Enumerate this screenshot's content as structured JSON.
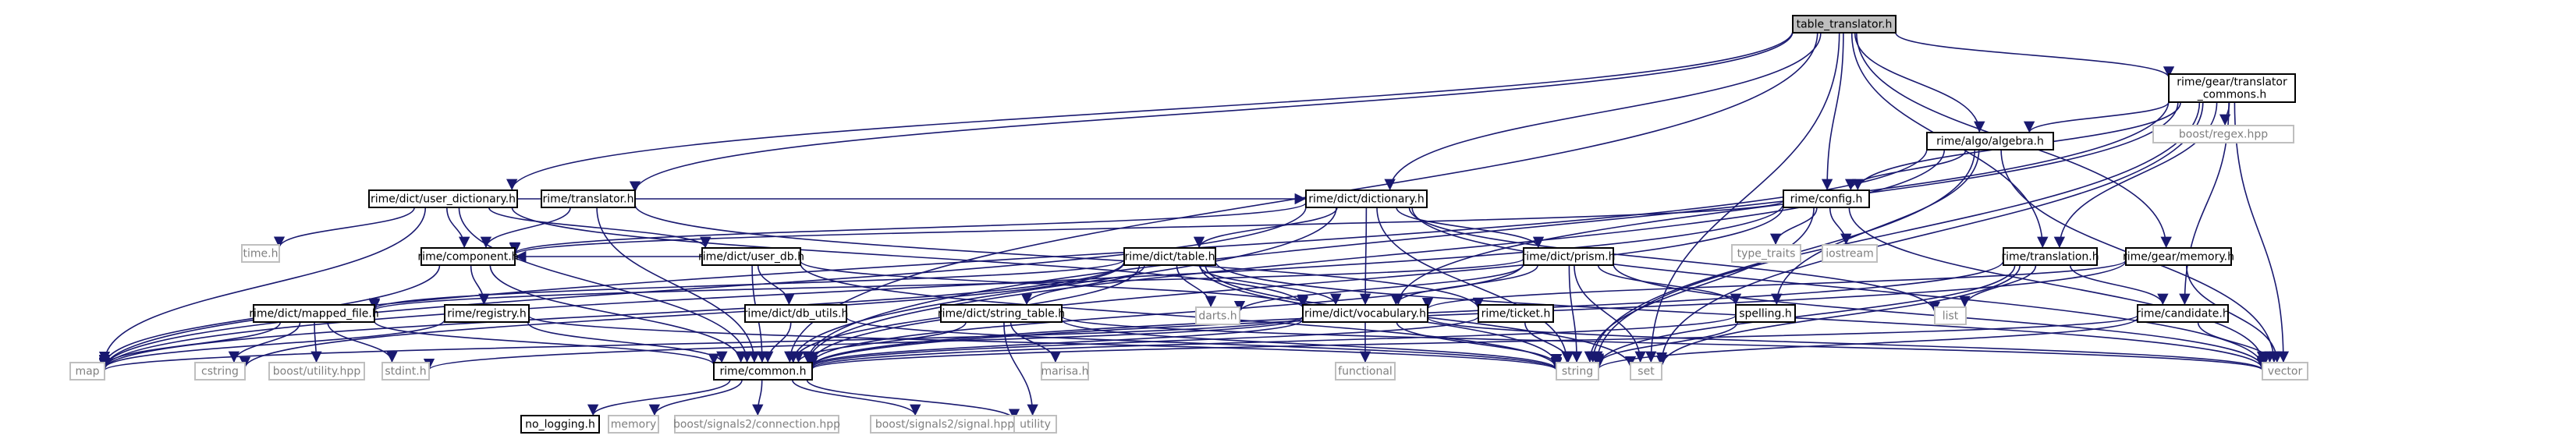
{
  "graph": {
    "nodes": [
      {
        "id": "table_translator",
        "lines": [
          "table_translator.h"
        ],
        "style": "root"
      },
      {
        "id": "gear_commons",
        "lines": [
          "rime/gear/translator",
          "_commons.h"
        ],
        "style": "node"
      },
      {
        "id": "boost_regex",
        "lines": [
          "boost/regex.hpp"
        ],
        "style": "ext"
      },
      {
        "id": "algebra",
        "lines": [
          "rime/algo/algebra.h"
        ],
        "style": "node"
      },
      {
        "id": "user_dictionary",
        "lines": [
          "rime/dict/user_dictionary.h"
        ],
        "style": "node"
      },
      {
        "id": "translator",
        "lines": [
          "rime/translator.h"
        ],
        "style": "node"
      },
      {
        "id": "dictionary",
        "lines": [
          "rime/dict/dictionary.h"
        ],
        "style": "node"
      },
      {
        "id": "config",
        "lines": [
          "rime/config.h"
        ],
        "style": "node"
      },
      {
        "id": "time",
        "lines": [
          "time.h"
        ],
        "style": "ext"
      },
      {
        "id": "component",
        "lines": [
          "rime/component.h"
        ],
        "style": "node"
      },
      {
        "id": "user_db",
        "lines": [
          "rime/dict/user_db.h"
        ],
        "style": "node"
      },
      {
        "id": "type_traits",
        "lines": [
          "type_traits"
        ],
        "style": "ext"
      },
      {
        "id": "iostream",
        "lines": [
          "iostream"
        ],
        "style": "ext"
      },
      {
        "id": "translation",
        "lines": [
          "rime/translation.h"
        ],
        "style": "node"
      },
      {
        "id": "memory_h",
        "lines": [
          "rime/gear/memory.h"
        ],
        "style": "node"
      },
      {
        "id": "table",
        "lines": [
          "rime/dict/table.h"
        ],
        "style": "node"
      },
      {
        "id": "prism",
        "lines": [
          "rime/dict/prism.h"
        ],
        "style": "node"
      },
      {
        "id": "registry",
        "lines": [
          "rime/registry.h"
        ],
        "style": "node"
      },
      {
        "id": "mapped_file",
        "lines": [
          "rime/dict/mapped_file.h"
        ],
        "style": "node"
      },
      {
        "id": "db_utils",
        "lines": [
          "rime/dict/db_utils.h"
        ],
        "style": "node"
      },
      {
        "id": "string_table",
        "lines": [
          "rime/dict/string_table.h"
        ],
        "style": "node"
      },
      {
        "id": "darts",
        "lines": [
          "darts.h"
        ],
        "style": "ext"
      },
      {
        "id": "vocabulary",
        "lines": [
          "rime/dict/vocabulary.h"
        ],
        "style": "node"
      },
      {
        "id": "ticket",
        "lines": [
          "rime/ticket.h"
        ],
        "style": "node"
      },
      {
        "id": "spelling",
        "lines": [
          "spelling.h"
        ],
        "style": "node"
      },
      {
        "id": "list",
        "lines": [
          "list"
        ],
        "style": "ext"
      },
      {
        "id": "candidate",
        "lines": [
          "rime/candidate.h"
        ],
        "style": "node"
      },
      {
        "id": "map",
        "lines": [
          "map"
        ],
        "style": "ext"
      },
      {
        "id": "cstring",
        "lines": [
          "cstring"
        ],
        "style": "ext"
      },
      {
        "id": "boost_utility",
        "lines": [
          "boost/utility.hpp"
        ],
        "style": "ext"
      },
      {
        "id": "stdint",
        "lines": [
          "stdint.h"
        ],
        "style": "ext"
      },
      {
        "id": "marisa",
        "lines": [
          "marisa.h"
        ],
        "style": "ext"
      },
      {
        "id": "functional",
        "lines": [
          "functional"
        ],
        "style": "ext"
      },
      {
        "id": "string",
        "lines": [
          "string"
        ],
        "style": "ext"
      },
      {
        "id": "set",
        "lines": [
          "set"
        ],
        "style": "ext"
      },
      {
        "id": "vector",
        "lines": [
          "vector"
        ],
        "style": "ext"
      },
      {
        "id": "common",
        "lines": [
          "rime/common.h"
        ],
        "style": "node"
      },
      {
        "id": "no_logging",
        "lines": [
          "no_logging.h"
        ],
        "style": "node"
      },
      {
        "id": "memory",
        "lines": [
          "memory"
        ],
        "style": "ext"
      },
      {
        "id": "connection",
        "lines": [
          "boost/signals2/connection.hpp"
        ],
        "style": "ext"
      },
      {
        "id": "signal",
        "lines": [
          "boost/signals2/signal.hpp"
        ],
        "style": "ext"
      },
      {
        "id": "utility",
        "lines": [
          "utility"
        ],
        "style": "ext"
      }
    ],
    "edges": [
      [
        "table_translator",
        "gear_commons"
      ],
      [
        "table_translator",
        "algebra"
      ],
      [
        "table_translator",
        "user_dictionary"
      ],
      [
        "table_translator",
        "translator"
      ],
      [
        "table_translator",
        "dictionary"
      ],
      [
        "table_translator",
        "config"
      ],
      [
        "table_translator",
        "translation"
      ],
      [
        "table_translator",
        "memory_h"
      ],
      [
        "table_translator",
        "common"
      ],
      [
        "table_translator",
        "set"
      ],
      [
        "gear_commons",
        "boost_regex"
      ],
      [
        "gear_commons",
        "algebra"
      ],
      [
        "gear_commons",
        "config"
      ],
      [
        "gear_commons",
        "translation"
      ],
      [
        "gear_commons",
        "candidate"
      ],
      [
        "gear_commons",
        "common"
      ],
      [
        "gear_commons",
        "vocabulary"
      ],
      [
        "gear_commons",
        "string"
      ],
      [
        "gear_commons",
        "set"
      ],
      [
        "gear_commons",
        "vector"
      ],
      [
        "algebra",
        "config"
      ],
      [
        "algebra",
        "spelling"
      ],
      [
        "algebra",
        "map"
      ],
      [
        "algebra",
        "string"
      ],
      [
        "algebra",
        "common"
      ],
      [
        "algebra",
        "vector"
      ],
      [
        "user_dictionary",
        "time"
      ],
      [
        "user_dictionary",
        "component"
      ],
      [
        "user_dictionary",
        "user_db"
      ],
      [
        "user_dictionary",
        "dictionary"
      ],
      [
        "user_dictionary",
        "vocabulary"
      ],
      [
        "user_dictionary",
        "common"
      ],
      [
        "user_dictionary",
        "map"
      ],
      [
        "translator",
        "component"
      ],
      [
        "translator",
        "ticket"
      ],
      [
        "translator",
        "common"
      ],
      [
        "dictionary",
        "component"
      ],
      [
        "dictionary",
        "table"
      ],
      [
        "dictionary",
        "prism"
      ],
      [
        "dictionary",
        "vocabulary"
      ],
      [
        "dictionary",
        "common"
      ],
      [
        "dictionary",
        "map"
      ],
      [
        "dictionary",
        "string"
      ],
      [
        "dictionary",
        "list"
      ],
      [
        "dictionary",
        "vector"
      ],
      [
        "config",
        "component"
      ],
      [
        "config",
        "type_traits"
      ],
      [
        "config",
        "iostream"
      ],
      [
        "config",
        "map"
      ],
      [
        "config",
        "string"
      ],
      [
        "config",
        "common"
      ],
      [
        "config",
        "vector"
      ],
      [
        "component",
        "registry"
      ],
      [
        "component",
        "common"
      ],
      [
        "component",
        "map"
      ],
      [
        "user_db",
        "component"
      ],
      [
        "user_db",
        "db_utils"
      ],
      [
        "user_db",
        "vocabulary"
      ],
      [
        "user_db",
        "string"
      ],
      [
        "user_db",
        "common"
      ],
      [
        "translation",
        "list"
      ],
      [
        "translation",
        "candidate"
      ],
      [
        "translation",
        "common"
      ],
      [
        "translation",
        "string"
      ],
      [
        "translation",
        "set"
      ],
      [
        "memory_h",
        "vocabulary"
      ],
      [
        "memory_h",
        "common"
      ],
      [
        "memory_h",
        "vector"
      ],
      [
        "table",
        "mapped_file"
      ],
      [
        "table",
        "darts"
      ],
      [
        "table",
        "string_table"
      ],
      [
        "table",
        "vocabulary"
      ],
      [
        "table",
        "common"
      ],
      [
        "table",
        "cstring"
      ],
      [
        "table",
        "map"
      ],
      [
        "table",
        "string"
      ],
      [
        "table",
        "set"
      ],
      [
        "table",
        "vector"
      ],
      [
        "prism",
        "mapped_file"
      ],
      [
        "prism",
        "darts"
      ],
      [
        "prism",
        "spelling"
      ],
      [
        "prism",
        "vocabulary"
      ],
      [
        "prism",
        "common"
      ],
      [
        "prism",
        "string"
      ],
      [
        "prism",
        "set"
      ],
      [
        "prism",
        "vector"
      ],
      [
        "registry",
        "map"
      ],
      [
        "registry",
        "string"
      ],
      [
        "registry",
        "common"
      ],
      [
        "mapped_file",
        "map"
      ],
      [
        "mapped_file",
        "cstring"
      ],
      [
        "mapped_file",
        "boost_utility"
      ],
      [
        "mapped_file",
        "stdint"
      ],
      [
        "mapped_file",
        "common"
      ],
      [
        "db_utils",
        "common"
      ],
      [
        "db_utils",
        "string"
      ],
      [
        "string_table",
        "marisa"
      ],
      [
        "string_table",
        "utility"
      ],
      [
        "string_table",
        "common"
      ],
      [
        "string_table",
        "string"
      ],
      [
        "string_table",
        "vector"
      ],
      [
        "vocabulary",
        "functional"
      ],
      [
        "vocabulary",
        "stdint"
      ],
      [
        "vocabulary",
        "common"
      ],
      [
        "vocabulary",
        "map"
      ],
      [
        "vocabulary",
        "string"
      ],
      [
        "vocabulary",
        "vector"
      ],
      [
        "ticket",
        "string"
      ],
      [
        "ticket",
        "common"
      ],
      [
        "spelling",
        "string"
      ],
      [
        "spelling",
        "common"
      ],
      [
        "candidate",
        "common"
      ],
      [
        "candidate",
        "string"
      ],
      [
        "candidate",
        "vector"
      ],
      [
        "common",
        "no_logging"
      ],
      [
        "common",
        "memory"
      ],
      [
        "common",
        "connection"
      ],
      [
        "common",
        "signal"
      ],
      [
        "common",
        "utility"
      ]
    ]
  },
  "colors": {
    "edge": "#191970",
    "root_fill": "#bfbfbf",
    "node_stroke": "#000000",
    "ext_stroke": "#bfbfbf",
    "node_text": "#000000",
    "ext_text": "#7f7f7f"
  }
}
